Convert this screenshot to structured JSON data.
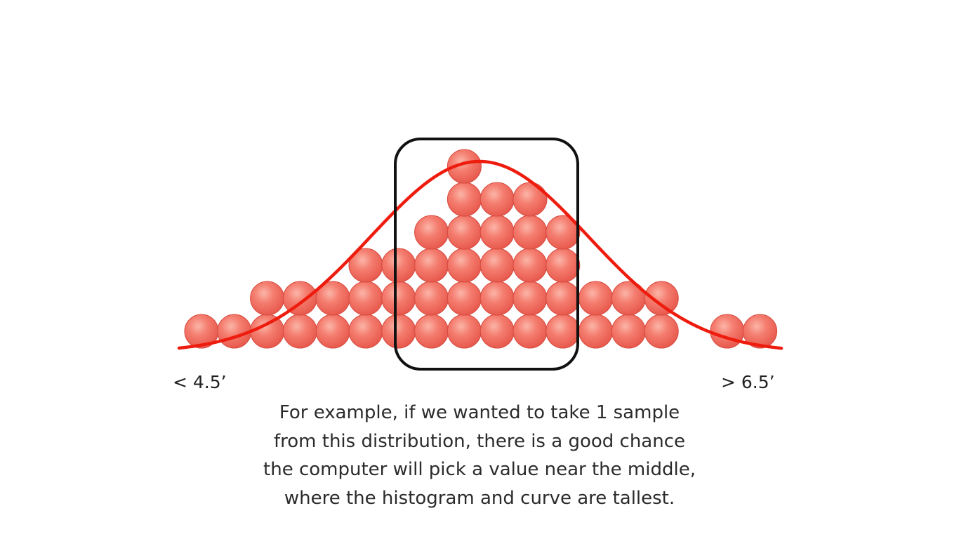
{
  "labels": {
    "left": "< 4.5’",
    "right": "> 6.5’"
  },
  "caption_lines": [
    "For example, if we wanted to take 1 sample",
    "from this distribution, there is a good chance",
    "the computer will pick a value near the middle,",
    "where the histogram and curve are tallest."
  ],
  "chart_data": {
    "type": "histogram",
    "bin_counts": [
      1,
      1,
      2,
      2,
      2,
      3,
      3,
      4,
      6,
      5,
      5,
      4,
      2,
      2,
      2,
      0,
      1,
      1
    ],
    "highlighted_bins": [
      7,
      8,
      9,
      10,
      11
    ],
    "curve": "normal"
  },
  "colors": {
    "ball": "#f06b5e",
    "ball_highlight": "#fbb5a8",
    "ball_edge": "#d64a3f",
    "curve": "#ee1c0e",
    "box": "#111111"
  }
}
